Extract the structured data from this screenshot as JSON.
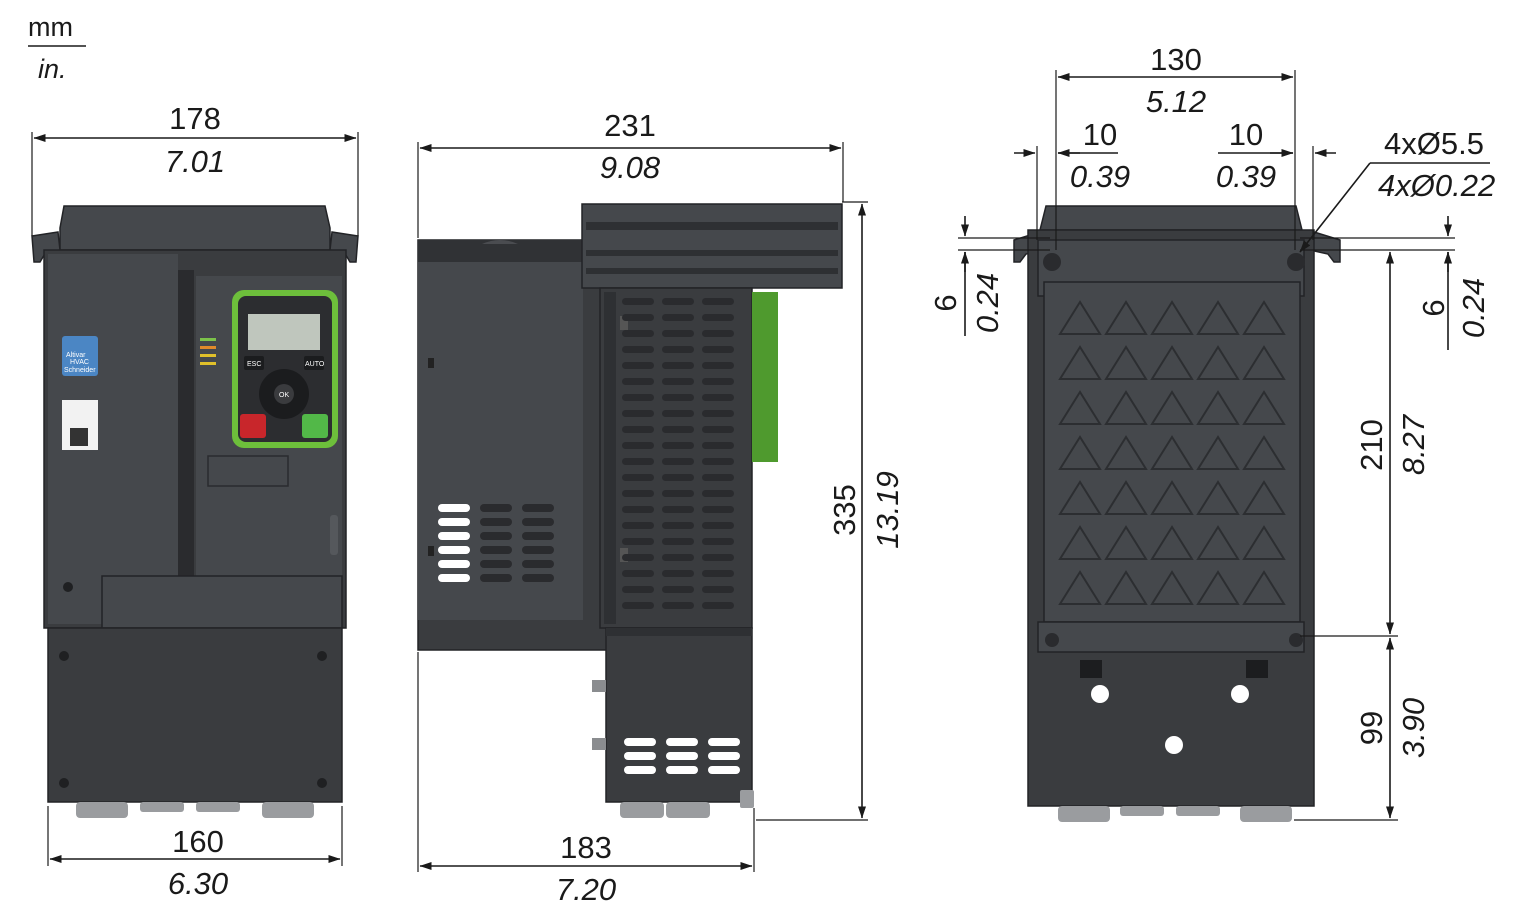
{
  "units": {
    "primary": "mm",
    "secondary": "in."
  },
  "front_view": {
    "width": {
      "mm": "178",
      "in": "7.01"
    },
    "base_width": {
      "mm": "160",
      "in": "6.30"
    },
    "badge": {
      "line1": "Altivar",
      "line2": "HVAC",
      "brand": "Schneider"
    },
    "keypad": {
      "esc": "ESC",
      "auto": "AUTO",
      "ok": "OK"
    }
  },
  "side_view": {
    "depth": {
      "mm": "231",
      "in": "9.08"
    },
    "base_depth": {
      "mm": "183",
      "in": "7.20"
    },
    "height": {
      "mm": "335",
      "in": "13.19"
    }
  },
  "rear_view": {
    "hole_spacing": {
      "mm": "130",
      "in": "5.12"
    },
    "left_offset": {
      "mm": "10",
      "in": "0.39"
    },
    "right_offset": {
      "mm": "10",
      "in": "0.39"
    },
    "holes": {
      "mm": "4xØ5.5",
      "in": "4xØ0.22"
    },
    "top_offset_left": {
      "mm": "6",
      "in": "0.24"
    },
    "top_offset_right": {
      "mm": "6",
      "in": "0.24"
    },
    "hole_height": {
      "mm": "210",
      "in": "8.27"
    },
    "lower_height": {
      "mm": "99",
      "in": "3.90"
    }
  },
  "colors": {
    "housing": "#3a3c3f",
    "keypad_frame": "#6dbf3b",
    "fan_green": "#4f9a2e",
    "stop_red": "#c8262b"
  }
}
